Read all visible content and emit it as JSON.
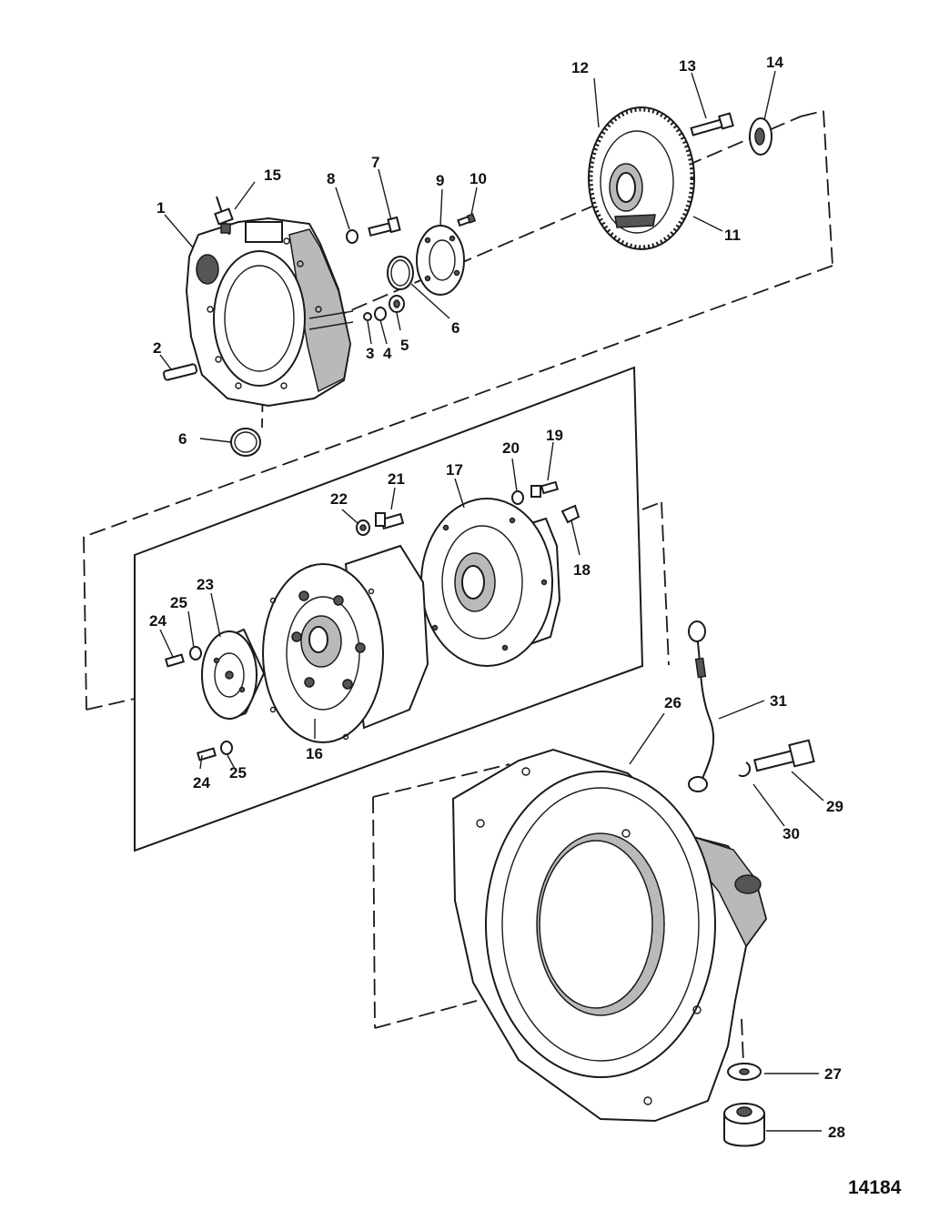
{
  "figure_number": "14184",
  "callouts": {
    "c1": "1",
    "c2": "2",
    "c3": "3",
    "c4": "4",
    "c5": "5",
    "c6a": "6",
    "c6b": "6",
    "c7": "7",
    "c8": "8",
    "c9": "9",
    "c10": "10",
    "c11": "11",
    "c12": "12",
    "c13": "13",
    "c14": "14",
    "c15": "15",
    "c16": "16",
    "c17": "17",
    "c18": "18",
    "c19": "19",
    "c20": "20",
    "c21": "21",
    "c22": "22",
    "c23": "23",
    "c24a": "24",
    "c24b": "24",
    "c25a": "25",
    "c25b": "25",
    "c26": "26",
    "c27": "27",
    "c28": "28",
    "c29": "29",
    "c30": "30",
    "c31": "31"
  }
}
